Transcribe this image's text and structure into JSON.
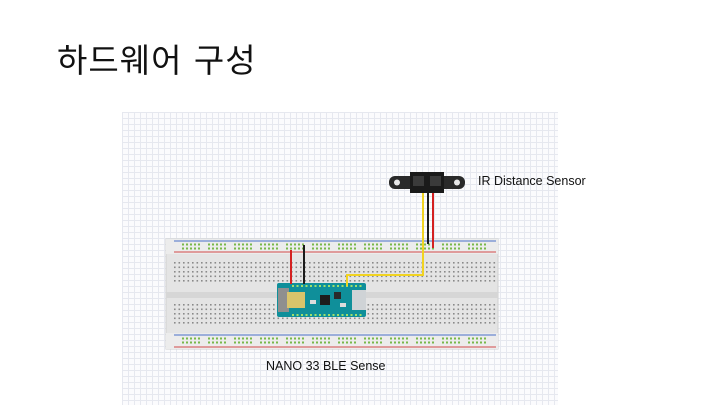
{
  "slide": {
    "title": "하드웨어 구성"
  },
  "diagram": {
    "sensor_label": "IR Distance Sensor",
    "board_label": "NANO 33 BLE Sense"
  },
  "colors": {
    "wire_red": "#d42020",
    "wire_black": "#1a1a1a",
    "wire_yellow": "#f1d321",
    "board": "#0f8f9a",
    "breadboard": "#e4e4e4",
    "rail_blue": "#4a6fc9",
    "rail_red": "#d24a4a",
    "rail_hole": "#78b84a"
  }
}
